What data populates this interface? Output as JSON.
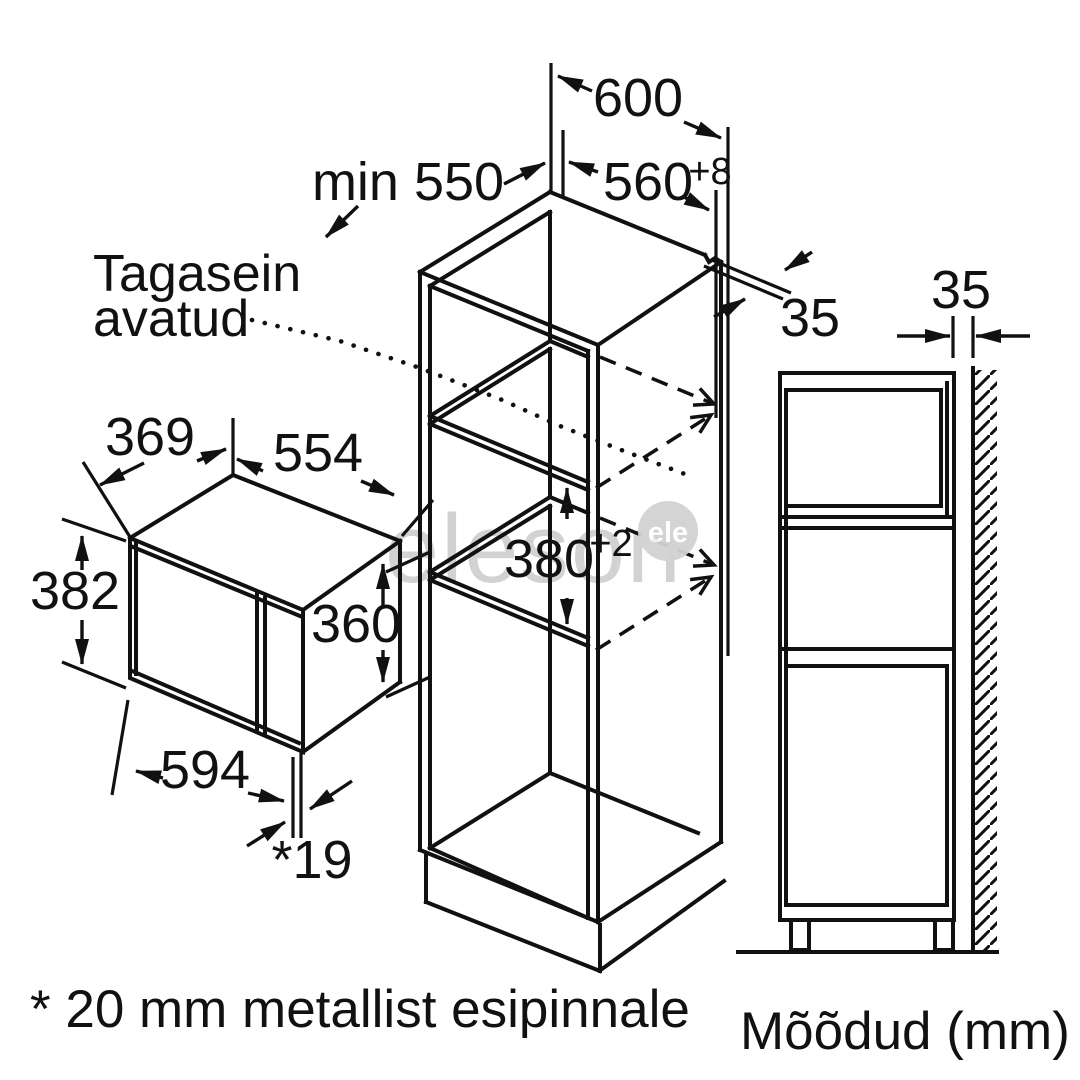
{
  "diagram": {
    "callout": {
      "line1": "Tagasein",
      "line2": "avatud"
    },
    "dims": {
      "cabinet_width": "600",
      "cabinet_depth_min": "min 550",
      "niche_width": "560",
      "niche_width_tol": "+8",
      "top_rail_width": "35",
      "niche_height": "380",
      "niche_height_tol": "+2",
      "wall_gap": "35",
      "mw_depth": "369",
      "mw_body_width": "554",
      "mw_front_height": "382",
      "mw_body_height": "360",
      "mw_front_width": "594",
      "mw_front_gap": "*19"
    },
    "footnote": "* 20 mm metallist esipinnale",
    "units_label": "Mõõdud (mm)",
    "watermark": {
      "text": "eleson",
      "badge": "ele"
    },
    "colors": {
      "line": "#111111",
      "watermark_gray": "#d2d2d2"
    }
  }
}
